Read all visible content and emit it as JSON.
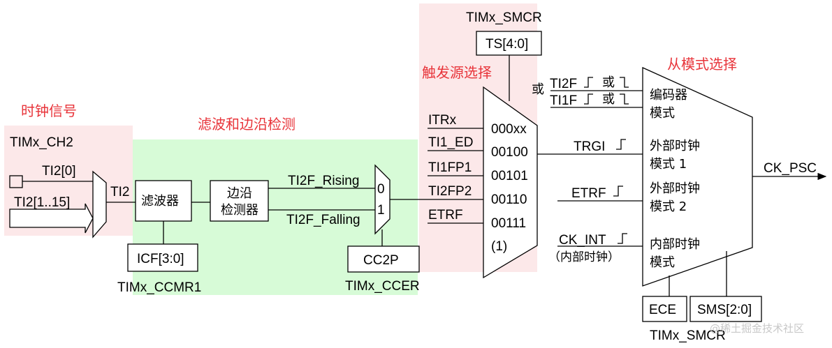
{
  "regions": {
    "clock_signal": {
      "title": "时钟信号"
    },
    "filter_edge": {
      "title": "滤波和边沿检测"
    },
    "trigger_source": {
      "title": "触发源选择"
    },
    "slave_mode": {
      "title": "从模式选择"
    }
  },
  "input": {
    "channel": "TIMx_CH2",
    "ti2_0": "TI2[0]",
    "ti2_bus": "TI2[1..15]",
    "ti2_out": "TI2"
  },
  "filter": {
    "label": "滤波器",
    "reg_field": "ICF[3:0]",
    "reg_name": "TIMx_CCMR1"
  },
  "edge_detector": {
    "label_line1": "边沿",
    "label_line2": "检测器",
    "rising": "TI2F_Rising",
    "falling": "TI2F_Falling"
  },
  "polarity_mux": {
    "in0": "0",
    "in1": "1",
    "reg_field": "CC2P",
    "reg_name": "TIMx_CCER"
  },
  "trigger_mux": {
    "reg_name": "TIMx_SMCR",
    "reg_field": "TS[4:0]",
    "inputs": [
      {
        "signal": "ITRx",
        "code": "000xx"
      },
      {
        "signal": "TI1_ED",
        "code": "00100"
      },
      {
        "signal": "TI1FP1",
        "code": "00101"
      },
      {
        "signal": "TI2FP2",
        "code": "00110"
      },
      {
        "signal": "ETRF",
        "code": "00111"
      }
    ],
    "extra_code": "(1)"
  },
  "slave_mode_mux": {
    "or_left": "或",
    "enc_row1_signal": "TI2F",
    "enc_row2_signal": "TI1F",
    "or_word": "或",
    "modes": [
      {
        "line1": "编码器",
        "line2": "模式"
      },
      {
        "line1": "外部时钟",
        "line2": "模式 1"
      },
      {
        "line1": "外部时钟",
        "line2": "模式 2"
      },
      {
        "line1": "内部时钟",
        "line2": "模式"
      }
    ],
    "trgi": "TRGI",
    "etrf": "ETRF",
    "ck_int": "CK_INT",
    "ck_int_note": "（内部时钟）",
    "output": "CK_PSC",
    "reg_field_ece": "ECE",
    "reg_field_sms": "SMS[2:0]",
    "reg_name": "TIMx_SMCR"
  },
  "watermark": "@稀土掘金技术社区",
  "colors": {
    "pink_region": "#fce8e9",
    "green_region": "#d7fbd7",
    "title_red": "#e8343a"
  }
}
